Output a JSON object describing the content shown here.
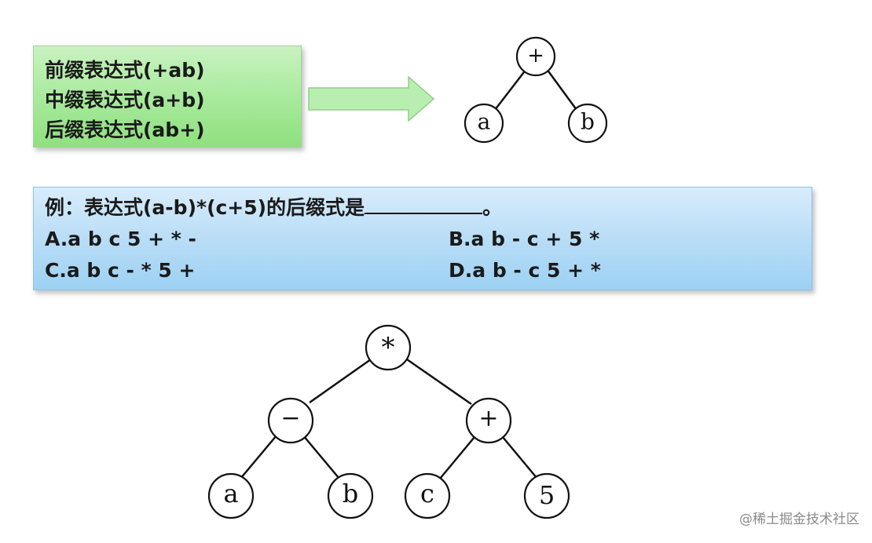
{
  "definitions": {
    "lines": [
      "前缀表达式(+ab)",
      "中缀表达式(a+b)",
      "后缀表达式(ab+)"
    ]
  },
  "arrow_icon": "right-arrow-icon",
  "small_tree": {
    "root": "+",
    "left": "a",
    "right": "b"
  },
  "example": {
    "question_prefix": "例：表达式(a-b)*(c+5)的后缀式是",
    "question_suffix": "。",
    "options": {
      "a": "A.a b c 5 + * -",
      "b": "B.a b - c + 5 *",
      "c": "C.a b c - * 5 +",
      "d": "D.a b - c 5 + *"
    }
  },
  "big_tree": {
    "root": "*",
    "left_op": "−",
    "right_op": "+",
    "leaf_a": "a",
    "leaf_b": "b",
    "leaf_c": "c",
    "leaf_5": "5"
  },
  "watermark": "@稀土掘金技术社区",
  "colors": {
    "green_box": "#a6e99a",
    "blue_box": "#b6dcf6",
    "arrow_fill": "#b8efb0"
  }
}
